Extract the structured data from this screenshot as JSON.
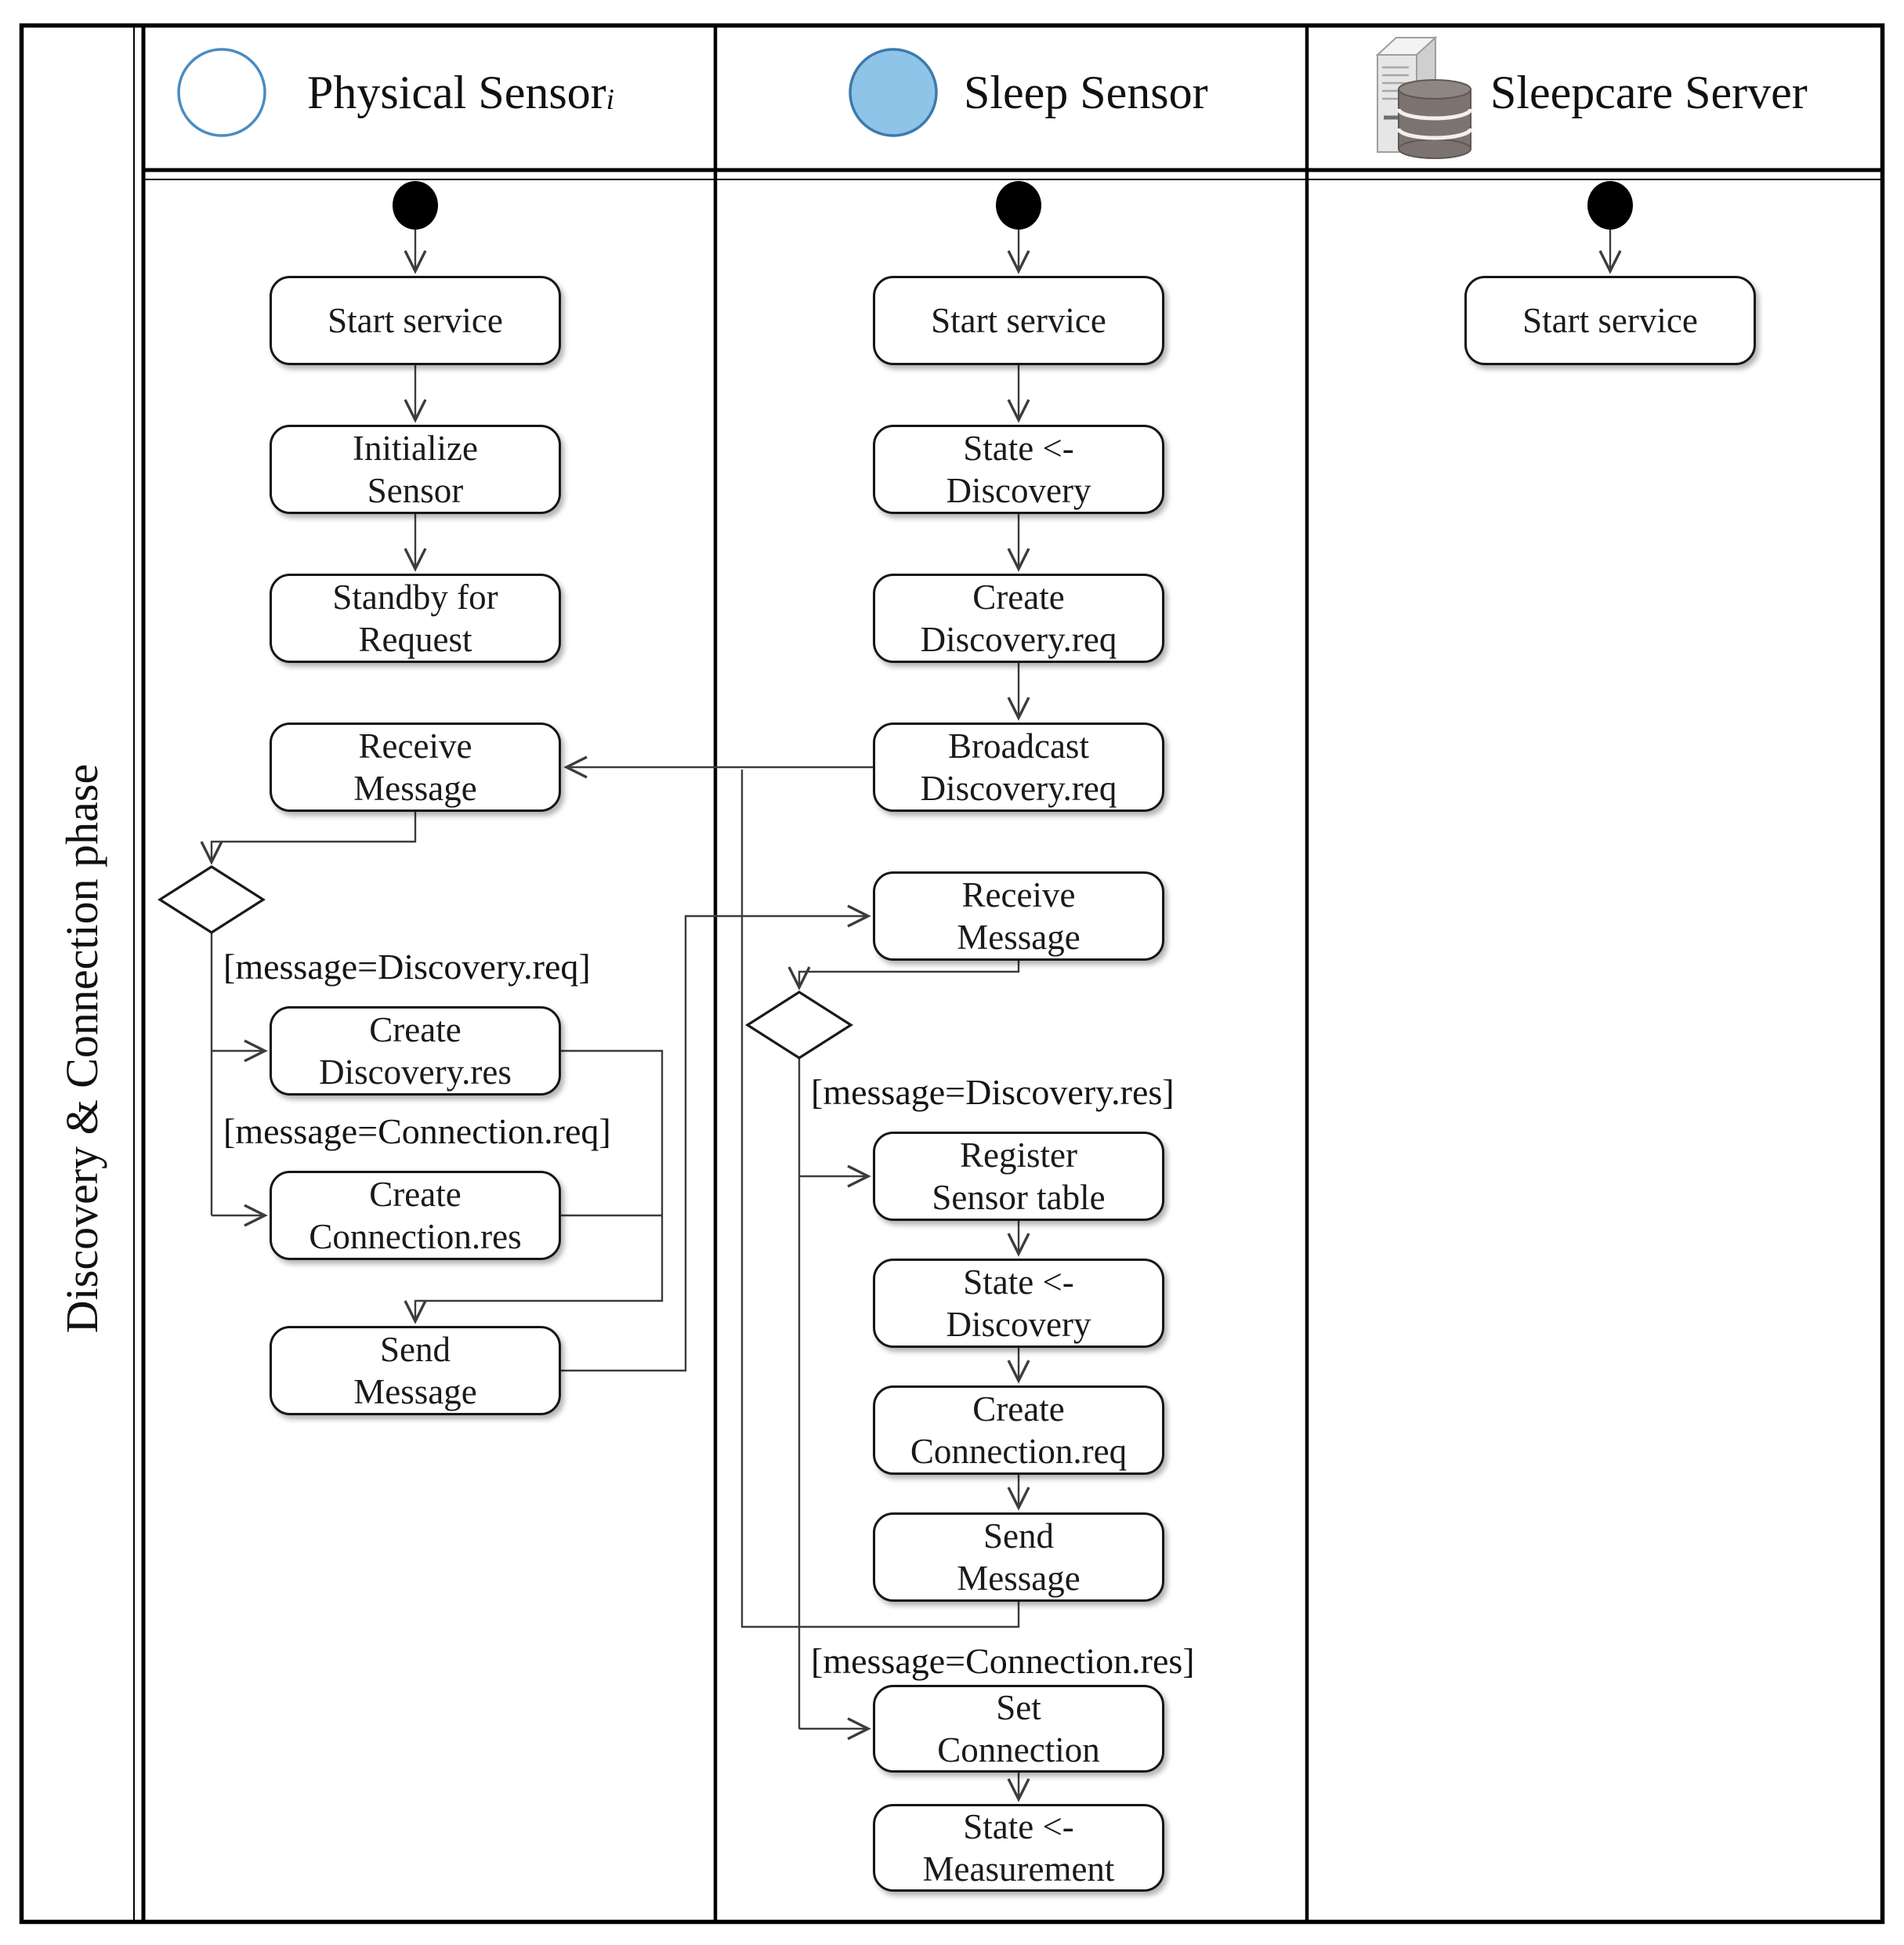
{
  "diagram": {
    "phase_label": "Discovery & Connection phase"
  },
  "lanes": [
    {
      "title": "Physical Sensor",
      "title_subscript": "i",
      "icon": "physical-sensor-circle"
    },
    {
      "title": "Sleep Sensor",
      "icon": "sleep-sensor-circle"
    },
    {
      "title": "Sleepcare Server",
      "icon": "server-database"
    }
  ],
  "nodes": {
    "ps_start": "Start service",
    "ps_initialize": "Initialize\nSensor",
    "ps_standby": "Standby for\nRequest",
    "ps_receive": "Receive\nMessage",
    "ps_create_discovery_res": "Create\nDiscovery.res",
    "ps_create_connection_res": "Create\nConnection.res",
    "ps_send": "Send\nMessage",
    "ss_start": "Start service",
    "ss_state_discovery_1": "State <-\nDiscovery",
    "ss_create_discovery_req": "Create\nDiscovery.req",
    "ss_broadcast_discovery_req": "Broadcast\nDiscovery.req",
    "ss_receive": "Receive\nMessage",
    "ss_register_sensor_table": "Register\nSensor table",
    "ss_state_discovery_2": "State <-\nDiscovery",
    "ss_create_connection_req": "Create\nConnection.req",
    "ss_send": "Send\nMessage",
    "ss_set_connection": "Set\nConnection",
    "ss_state_measurement": "State <-\nMeasurement",
    "srv_start": "Start service"
  },
  "guards": {
    "discovery_req": "[message=Discovery.req]",
    "connection_req": "[message=Connection.req]",
    "discovery_res": "[message=Discovery.res]",
    "connection_res": "[message=Connection.res]"
  },
  "colors": {
    "physical_sensor_fill": "#ffffff",
    "physical_sensor_stroke": "#4a8cc2",
    "sleep_sensor_fill": "#8ec4e8",
    "sleep_sensor_stroke": "#3d7aab",
    "connector": "#3c3c3c",
    "frame": "#000000"
  }
}
